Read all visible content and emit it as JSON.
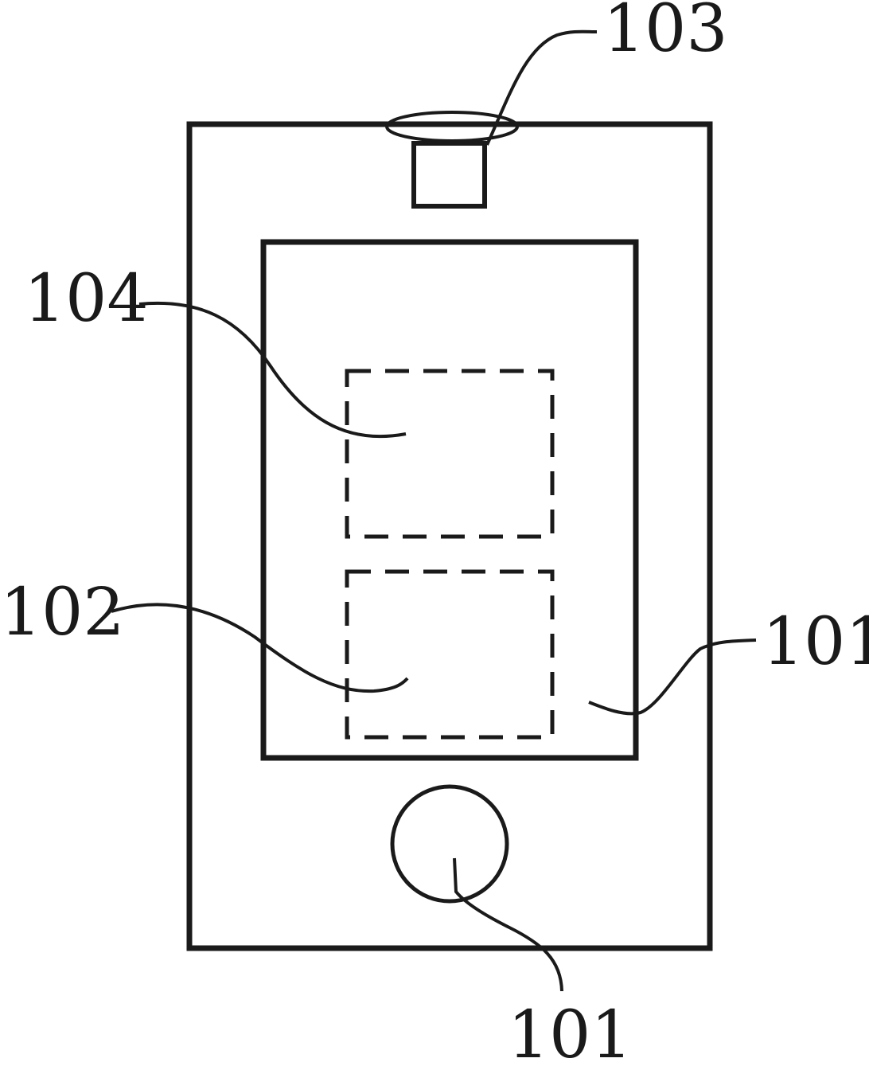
{
  "labels": {
    "camera": "103",
    "upper_region": "104",
    "lower_region": "102",
    "display": "101",
    "home_button": "101"
  },
  "colors": {
    "stroke": "#1a1a1a",
    "background": "#ffffff"
  }
}
